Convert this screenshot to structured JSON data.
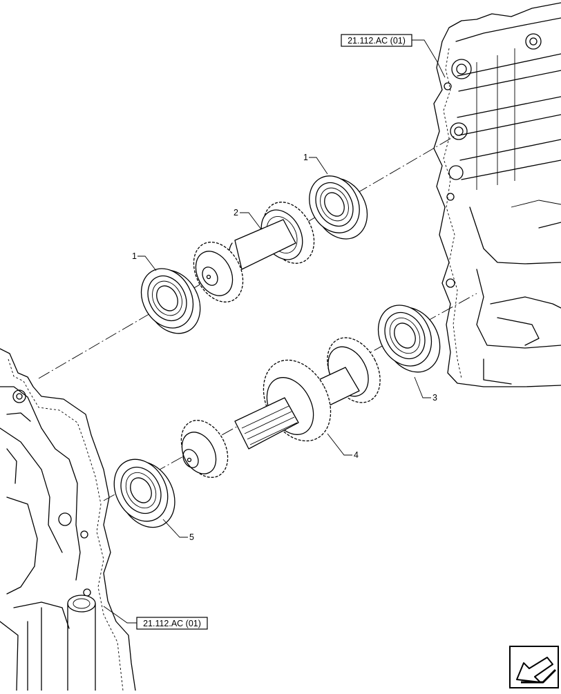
{
  "references": {
    "top": "21.112.AC (01)",
    "bottom": "21.112.AC (01)"
  },
  "callouts": {
    "bearing_upper_right": "1",
    "bearing_upper_left": "1",
    "shaft_upper": "2",
    "bearing_lower_right": "3",
    "shaft_lower": "4",
    "bearing_lower_left": "5"
  },
  "icons": {
    "corner_symbol": "direction-arrow-icon"
  }
}
